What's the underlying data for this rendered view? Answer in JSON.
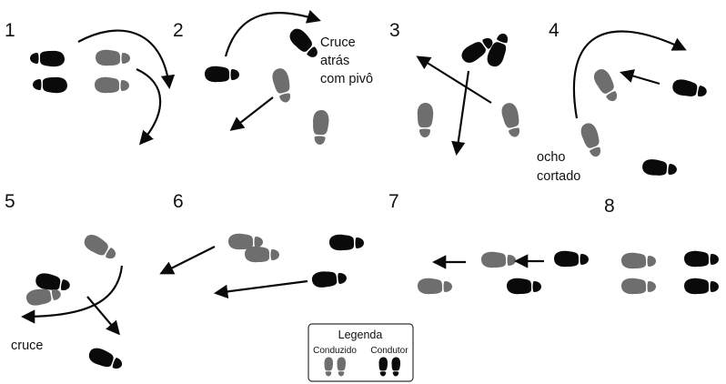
{
  "colors": {
    "leader": "#0a0a0a",
    "follower": "#6e6e6e",
    "arrow": "#0a0a0a",
    "background": "#ffffff"
  },
  "steps": [
    {
      "number": "1"
    },
    {
      "number": "2",
      "caption": [
        "Cruce",
        "atrás",
        "com pivô"
      ]
    },
    {
      "number": "3"
    },
    {
      "number": "4",
      "caption": [
        "ocho",
        "cortado"
      ]
    },
    {
      "number": "5",
      "caption": [
        "cruce"
      ]
    },
    {
      "number": "6"
    },
    {
      "number": "7"
    },
    {
      "number": "8"
    }
  ],
  "legend": {
    "title": "Legenda",
    "follower_label": "Conduzido",
    "leader_label": "Condutor"
  }
}
